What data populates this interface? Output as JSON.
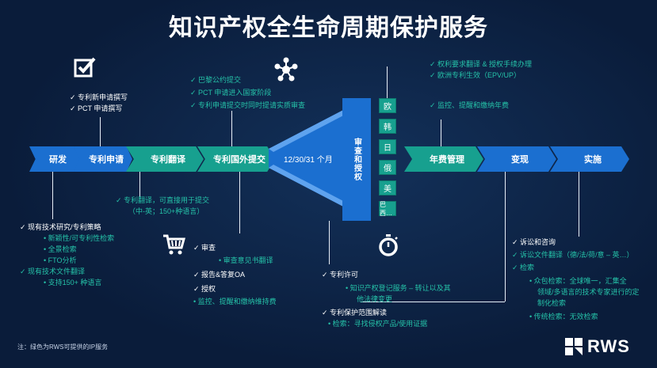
{
  "title": "知识产权全生命周期保护服务",
  "stages": {
    "research": "研发",
    "application": "专利申请",
    "translation": "专利翻译",
    "foreign_filing": "专利国外提交",
    "period": "12/30/31 个月",
    "exam_grant": "审查和授权",
    "annuity": "年费管理",
    "monetize": "变现",
    "enforce": "实施"
  },
  "countries": [
    "欧",
    "韩",
    "日",
    "俄",
    "美",
    "巴西…"
  ],
  "application_list": [
    "专利新申请撰写",
    "PCT 申请撰写"
  ],
  "foreign_list": [
    "巴黎公约提交",
    "PCT 申请进入国家阶段",
    "专利申请提交时同时提请实质审查"
  ],
  "grant_list": [
    "权利要求翻译 & 授权手续办理",
    "欧洲专利生效（EPV/UP）"
  ],
  "annuity_list": [
    "监控、提醒和缴纳年费"
  ],
  "translation_note": [
    "专利翻译，可直接用于提交",
    "（中-英；150+种语言）"
  ],
  "research_block": {
    "item1": "现有技术研究/专利策略",
    "sub1": [
      "新颖性/可专利性检索",
      "全景检索",
      "FTO分析"
    ],
    "item2": "现有技术文件翻译",
    "sub2": [
      "支持150+ 种语言"
    ]
  },
  "exam_block": {
    "item1": "审查",
    "sub1": "审查意见书翻译",
    "item2": "报告&答复OA",
    "item3": "授权",
    "sub3": "监控、提醒和缴纳维持费"
  },
  "license_block": {
    "item1": "专利许可",
    "sub1a": "知识产权登记服务 – 转让以及其",
    "sub1b": "他法律变更",
    "item2": "专利保护范围解读",
    "sub2": "检索：寻找侵权产品/使用证据"
  },
  "enforce_block": {
    "item1": "诉讼和咨询",
    "item2": "诉讼文件翻译（德/法/荷/意 – 英…）",
    "item3": "检索",
    "sub3a": "众包检索：全球唯一，汇集全",
    "sub3b": "领域/多语言的技术专家进行的定",
    "sub3c": "制化检索",
    "sub4": "传统检索：无效检索"
  },
  "footnote": "注：绿色为RWS可提供的IP服务",
  "logo": "RWS",
  "colors": {
    "teal": "#17a08f",
    "blue": "#1b6fd0",
    "green_text": "#25c2a8",
    "background": "#0a1c3a"
  }
}
